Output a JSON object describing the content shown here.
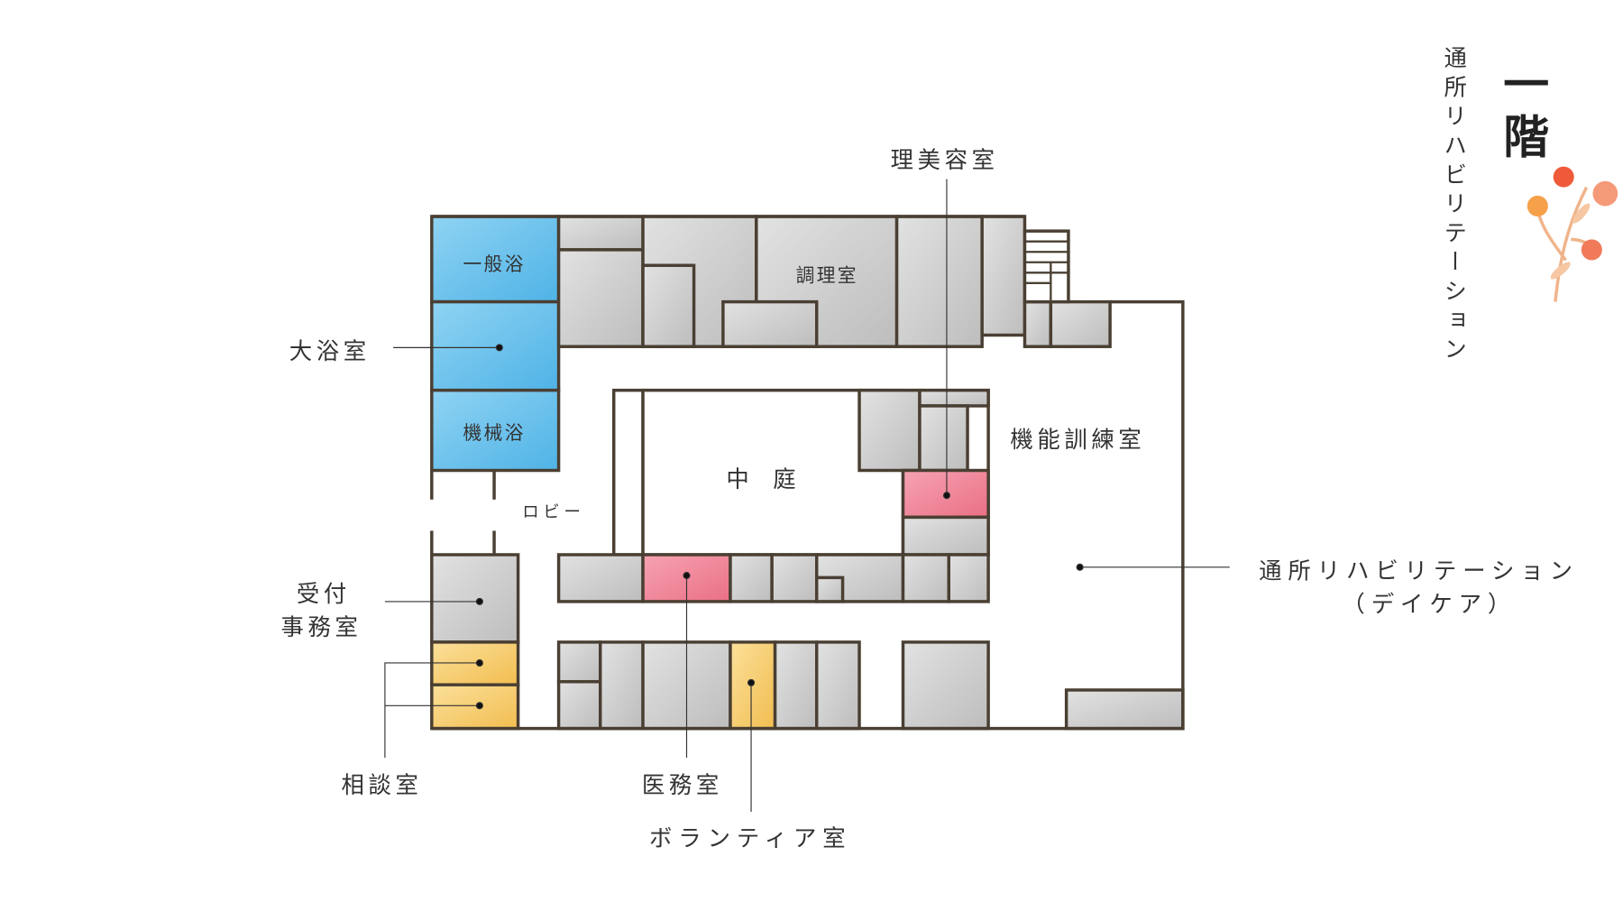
{
  "title": {
    "floor": "一階",
    "subtitle": "通所リハビリテーション"
  },
  "rooms": {
    "general_bath": "一般浴",
    "large_bath": "大浴室",
    "machine_bath": "機械浴",
    "lobby": "ロビー",
    "kitchen": "調理室",
    "courtyard": "中 庭",
    "barber": "理美容室",
    "training": "機能訓練室",
    "day_care": "通所リハビリテーション",
    "day_care_sub": "（デイケア）",
    "reception_1": "受付",
    "reception_2": "事務室",
    "consultation": "相談室",
    "medical_office": "医務室",
    "volunteer": "ボランティア室"
  },
  "colors": {
    "wall": "#4a3f33",
    "gray": "#cfcfcf",
    "blue": "#6cc3ec",
    "pink": "#f08a9c",
    "orange": "#f6cd72"
  }
}
